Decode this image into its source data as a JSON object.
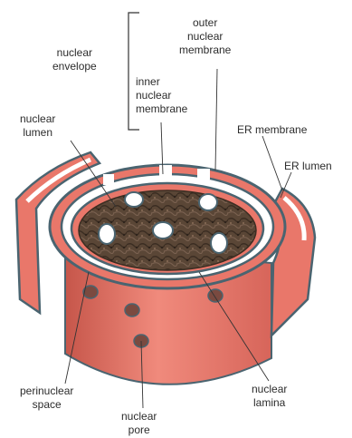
{
  "labels": {
    "nuclear_envelope": [
      "nuclear",
      "envelope"
    ],
    "outer_nuclear_membrane": [
      "outer",
      "nuclear",
      "membrane"
    ],
    "inner_nuclear_membrane": [
      "inner",
      "nuclear",
      "membrane"
    ],
    "nuclear_lumen": [
      "nuclear",
      "lumen"
    ],
    "er_membrane": "ER membrane",
    "er_lumen": "ER lumen",
    "perinuclear_space": [
      "perinuclear",
      "space"
    ],
    "nuclear_pore": [
      "nuclear",
      "pore"
    ],
    "nuclear_lamina": [
      "nuclear",
      "lamina"
    ]
  },
  "colors": {
    "membrane_outline": "#4a6470",
    "shell_fill": "#e9776a",
    "shell_shadow": "#c6564a",
    "lumen_gap": "#ffffff",
    "chromatin": "#5a4636",
    "chromatin_dark": "#3b2d22",
    "leader_line": "#333333"
  }
}
